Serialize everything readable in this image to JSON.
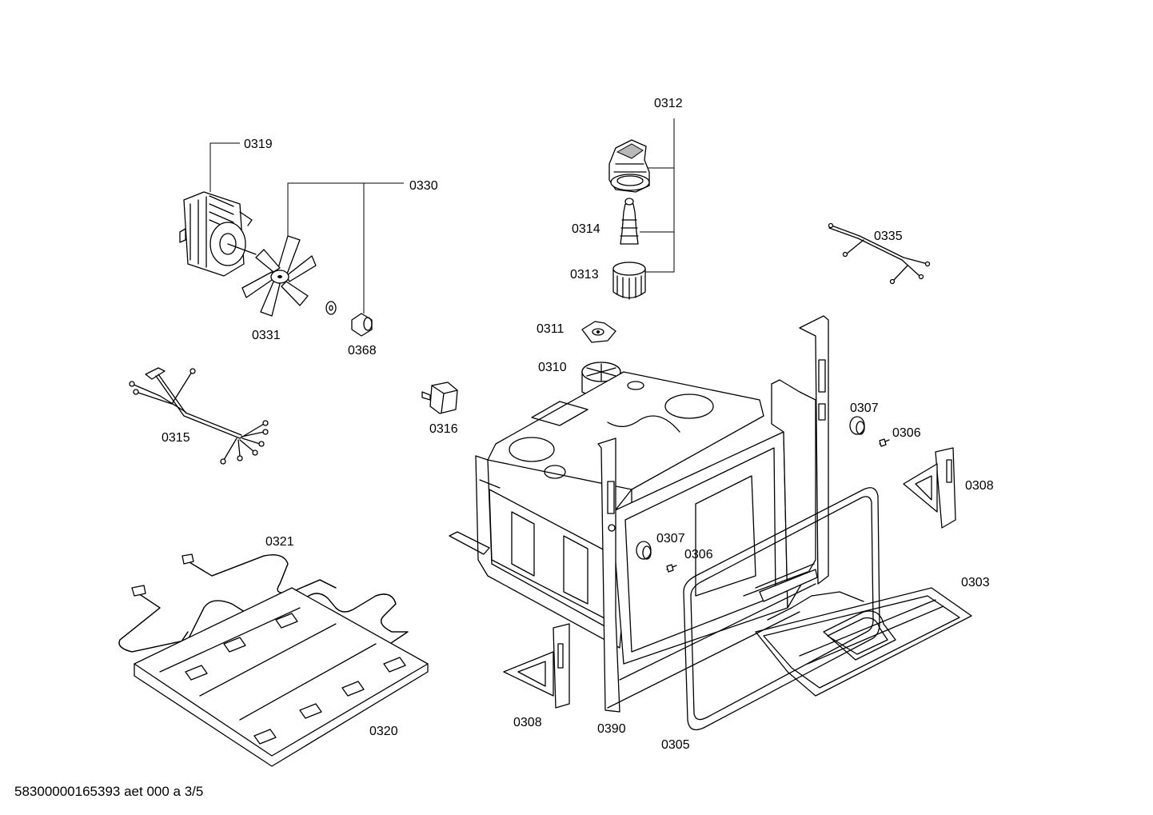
{
  "footer": "58300000165393 aet 000 a 3/5",
  "parts": [
    {
      "id": "p0319",
      "number": "0319"
    },
    {
      "id": "p0330",
      "number": "0330"
    },
    {
      "id": "p0331",
      "number": "0331"
    },
    {
      "id": "p0368",
      "number": "0368"
    },
    {
      "id": "p0315",
      "number": "0315"
    },
    {
      "id": "p0316",
      "number": "0316"
    },
    {
      "id": "p0312",
      "number": "0312"
    },
    {
      "id": "p0314",
      "number": "0314"
    },
    {
      "id": "p0313",
      "number": "0313"
    },
    {
      "id": "p0311",
      "number": "0311"
    },
    {
      "id": "p0310",
      "number": "0310"
    },
    {
      "id": "p0335",
      "number": "0335"
    },
    {
      "id": "p0307a",
      "number": "0307"
    },
    {
      "id": "p0306a",
      "number": "0306"
    },
    {
      "id": "p0308a",
      "number": "0308"
    },
    {
      "id": "p0307b",
      "number": "0307"
    },
    {
      "id": "p0306b",
      "number": "0306"
    },
    {
      "id": "p0303",
      "number": "0303"
    },
    {
      "id": "p0321",
      "number": "0321"
    },
    {
      "id": "p0320",
      "number": "0320"
    },
    {
      "id": "p0308b",
      "number": "0308"
    },
    {
      "id": "p0390",
      "number": "0390"
    },
    {
      "id": "p0305",
      "number": "0305"
    }
  ]
}
